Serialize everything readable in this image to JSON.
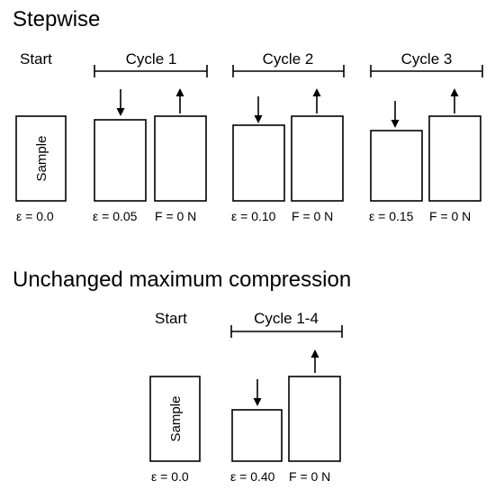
{
  "sections": {
    "stepwise": {
      "title": "Stepwise",
      "start_label": "Start",
      "sample_label": "Sample",
      "start_caption": "ε = 0.0",
      "cycles": [
        {
          "label": "Cycle 1",
          "compressed_caption": "ε = 0.05",
          "released_caption": "F = 0 N"
        },
        {
          "label": "Cycle 2",
          "compressed_caption": "ε = 0.10",
          "released_caption": "F = 0 N"
        },
        {
          "label": "Cycle 3",
          "compressed_caption": "ε = 0.15",
          "released_caption": "F = 0 N"
        }
      ]
    },
    "unchanged": {
      "title": "Unchanged maximum compression",
      "start_label": "Start",
      "sample_label": "Sample",
      "start_caption": "ε = 0.0",
      "cycle": {
        "label": "Cycle 1-4",
        "compressed_caption": "ε = 0.40",
        "released_caption": "F = 0 N"
      }
    }
  }
}
